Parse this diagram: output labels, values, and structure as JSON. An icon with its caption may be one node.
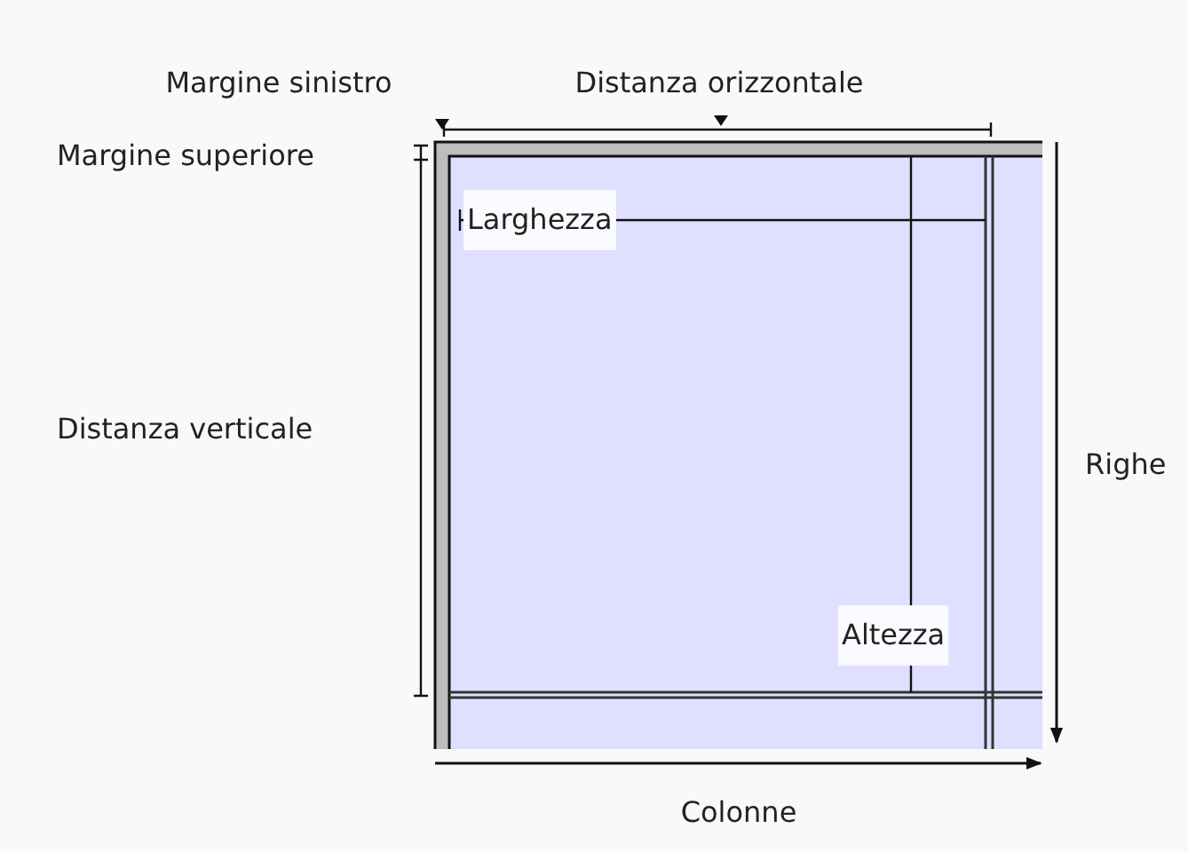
{
  "diagram": {
    "labels": [
      "Margine sinistro",
      "Distanza orizzontale",
      "Margine superiore",
      "Larghezza",
      "Distanza verticale",
      "Righe",
      "Altezza",
      "Colonne"
    ]
  }
}
